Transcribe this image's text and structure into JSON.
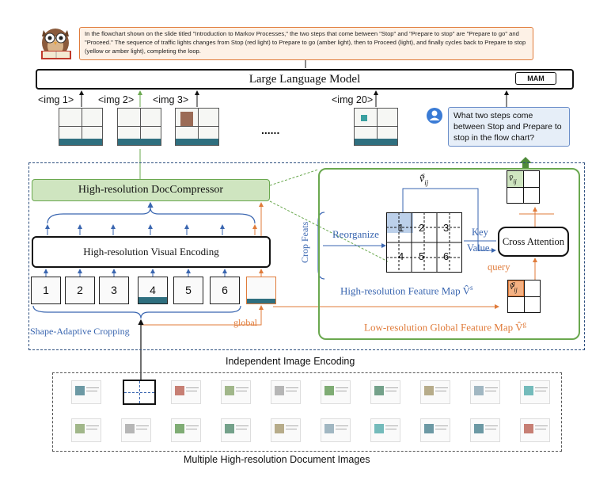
{
  "answer_text": "In the flowchart shown on the slide titled \"Introduction to Markov Processes,\" the two steps that come between \"Stop\" and \"Prepare to stop\" are \"Prepare to go\" and \"Proceed.\" The sequence of traffic lights changes from Stop (red light) to Prepare to go (amber light), then to Proceed (light), and finally cycles back to Prepare to stop (yellow or amber light), completing the loop.",
  "llm_label": "Large Language Model",
  "mam_label": "MAM",
  "img_labels": [
    "<img 1>",
    "<img 2>",
    "<img 3>",
    "<img 20>"
  ],
  "ellipsis": "......",
  "question_text": "What two steps come between Stop and Prepare to stop in the flow chart?",
  "doccompressor_label": "High-resolution DocCompressor",
  "visual_encoding_label": "High-resolution Visual Encoding",
  "crop_numbers": [
    "1",
    "2",
    "3",
    "4",
    "5",
    "6"
  ],
  "shape_adaptive_label": "Shape-Adaptive Cropping",
  "global_label": "global",
  "crop_feats_label": "Crop Feats",
  "reorganize_label": "Reorganize",
  "key_label": "Key",
  "value_label": "Value",
  "query_label": "query",
  "cross_attention_label": "Cross Attention",
  "grid_numbers": [
    "1",
    "2",
    "3",
    "4",
    "5",
    "6"
  ],
  "v_s_label": "v̂",
  "v_s_sub": "ij",
  "v_s_sup": "s",
  "v_bar_label": "v̄",
  "v_bar_sub": "ij",
  "v_g_label": "v̂",
  "v_g_sub": "ij",
  "v_g_sup": "g",
  "hr_feature_map_label": "High-resolution Feature Map V̂",
  "hr_feature_map_sup": "s",
  "lr_feature_map_label": "Low-resolution Global Feature Map V̂",
  "lr_feature_map_sup": "g",
  "independent_encoding_label": "Independent Image Encoding",
  "multiple_docs_label": "Multiple High-resolution Document Images",
  "colors": {
    "green": "#6aa84f",
    "light_green": "#cfe5c0",
    "blue": "#3a66b0",
    "orange": "#e07b3a",
    "dark_blue": "#2d4e7e"
  }
}
